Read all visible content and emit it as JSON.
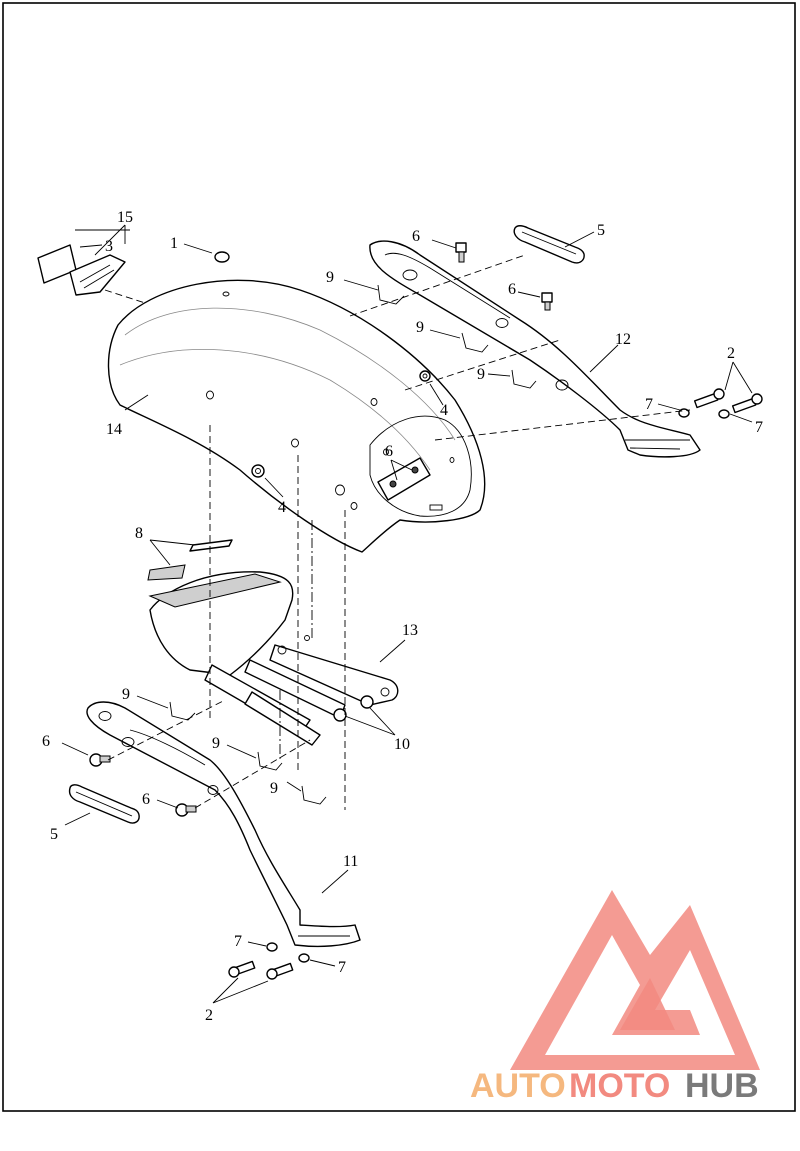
{
  "callouts": {
    "c1": "1",
    "c2a": "2",
    "c2b": "2",
    "c3": "3",
    "c4a": "4",
    "c4b": "4",
    "c5a": "5",
    "c5b": "5",
    "c6a": "6",
    "c6b": "6",
    "c6c": "6",
    "c6d": "6",
    "c6e": "6",
    "c7a": "7",
    "c7b": "7",
    "c7c": "7",
    "c7d": "7",
    "c8": "8",
    "c9a": "9",
    "c9b": "9",
    "c9c": "9",
    "c9d": "9",
    "c9e": "9",
    "c9f": "9",
    "c10": "10",
    "c11": "11",
    "c12": "12",
    "c13": "13",
    "c14": "14",
    "c15": "15"
  },
  "watermark": {
    "part1": "AUTO",
    "part2": "MOTO",
    "part3": "HUB"
  },
  "colors": {
    "logo_triangle": "#f28a80",
    "logo_auto": "#f5b87f",
    "logo_hub": "#7a7a7a"
  }
}
